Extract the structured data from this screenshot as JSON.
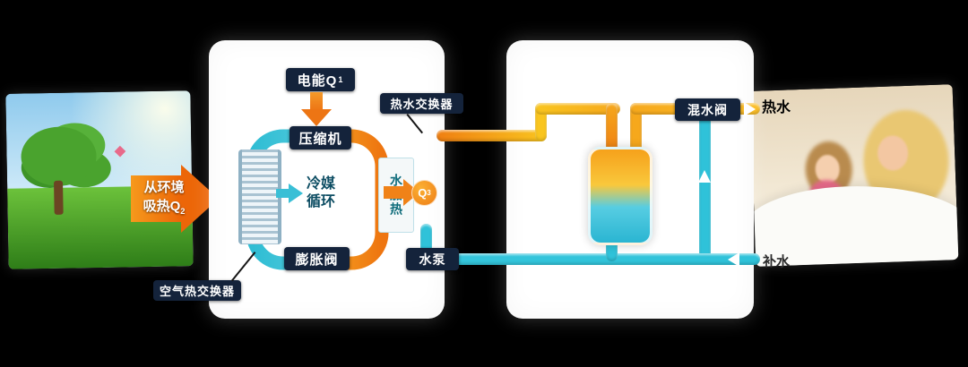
{
  "labels": {
    "electric_energy": "电能Q",
    "electric_energy_sub": "1",
    "compressor": "压缩机",
    "refrigerant_line1": "冷媒",
    "refrigerant_line2": "循环",
    "expansion_valve": "膨胀阀",
    "air_heat_exchanger": "空气热交换器",
    "hot_water_exchanger": "热水交换器",
    "water_heating": "水加热",
    "q3": "Q",
    "q3_sub": "3",
    "env_line1": "从环境",
    "env_line2": "吸热Q",
    "env_sub": "2",
    "water_pump": "水泵",
    "mixing_valve": "混水阀",
    "hot_water": "热水",
    "makeup_water": "补水"
  },
  "colors": {
    "background": "#000000",
    "panel": "#ffffff",
    "label_bg": "#14233b",
    "label_text": "#ffffff",
    "hot_orange": "#ef7f12",
    "hot_yellow": "#f9c51f",
    "cold_cyan": "#2fc2d9",
    "teal_text": "#0d6b7a",
    "cycle_text": "#0d4d63",
    "q3_badge": "#f59b1e"
  }
}
